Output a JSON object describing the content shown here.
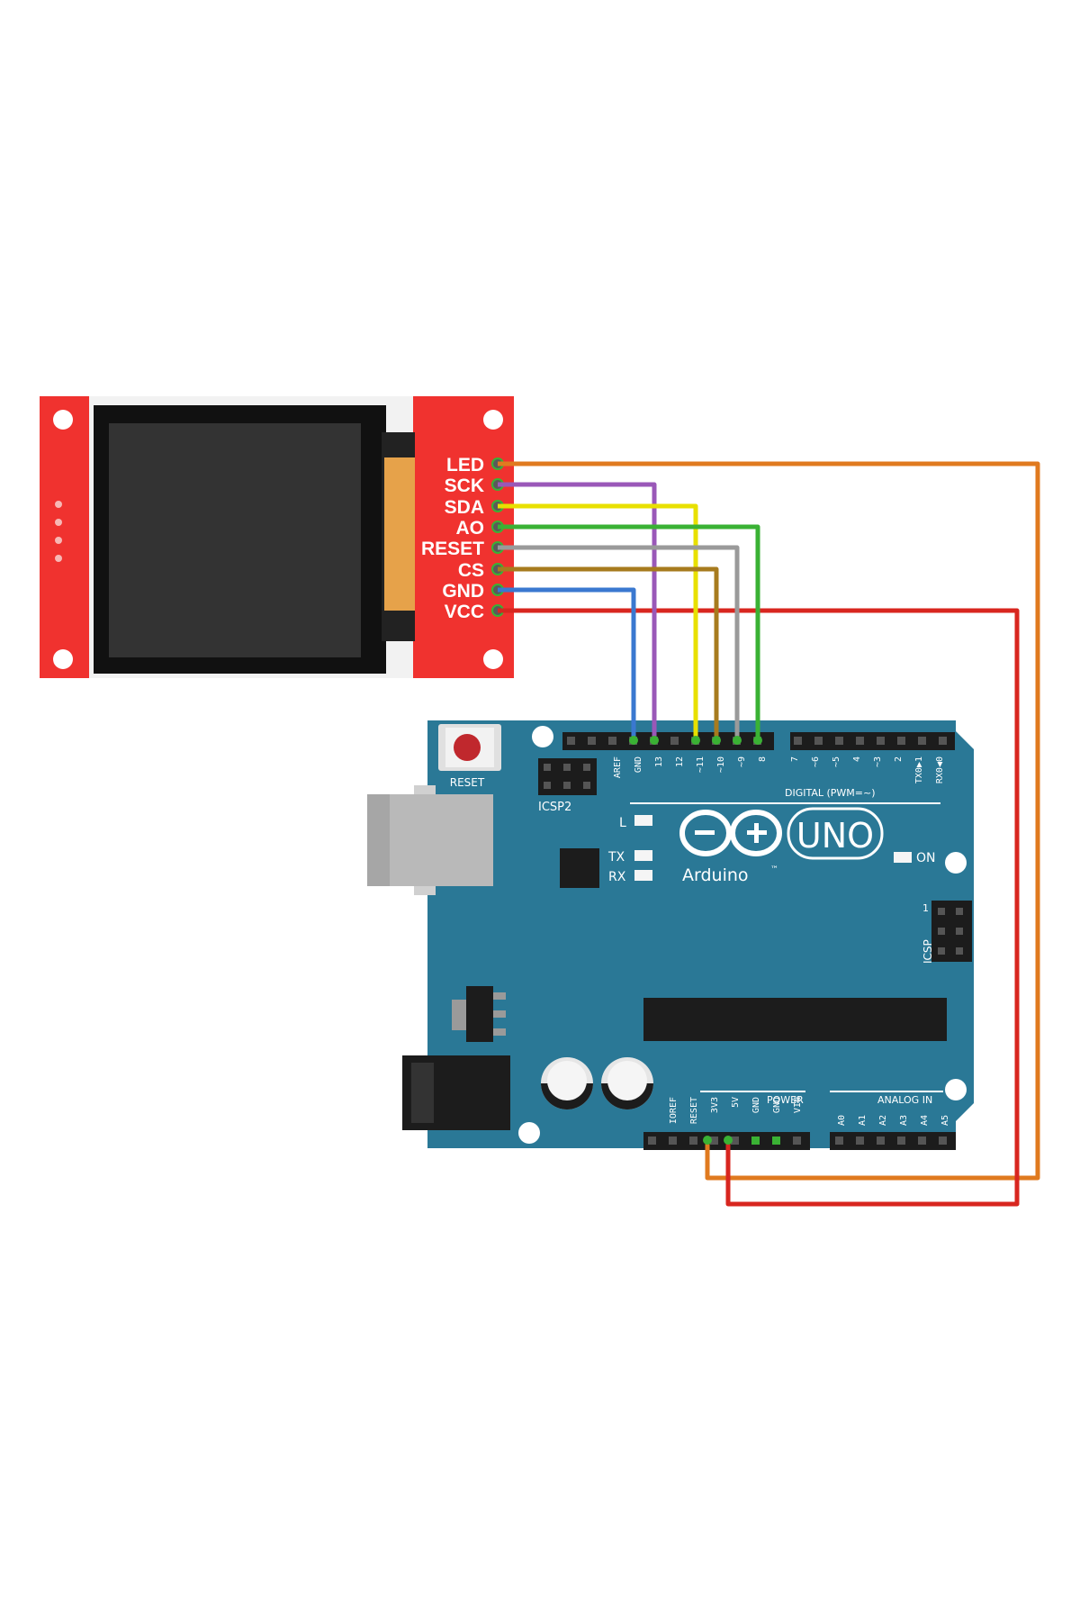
{
  "colors": {
    "background": "#ffffff",
    "module_red": "#f0322f",
    "board_teal": "#2a7896",
    "wire_led": "#e07a1f",
    "wire_sck": "#9a58b8",
    "wire_sda": "#e8e000",
    "wire_ao": "#3ab234",
    "wire_reset": "#9a9a9a",
    "wire_cs": "#a77b1e",
    "wire_gnd": "#3a78d0",
    "wire_vcc": "#d8261f"
  },
  "lcd_module": {
    "pins": [
      "LED",
      "SCK",
      "SDA",
      "AO",
      "RESET",
      "CS",
      "GND",
      "VCC"
    ]
  },
  "arduino": {
    "reset_label": "RESET",
    "icsp2_label": "ICSP2",
    "icsp_label": "ICSP",
    "icsp_pin1": "1",
    "digital_label": "DIGITAL (PWM=~)",
    "digital_pins": [
      "AREF",
      "GND",
      "13",
      "12",
      "~11",
      "~10",
      "~9",
      "8",
      "7",
      "~6",
      "~5",
      "4",
      "~3",
      "2",
      "TX0▶1",
      "RX0◀0"
    ],
    "led_labels": {
      "l": "L",
      "tx": "TX",
      "rx": "RX",
      "on": "ON"
    },
    "logo_text": "Arduino",
    "logo_tm": "™",
    "model": "UNO",
    "power_label": "POWER",
    "power_pins": [
      "IOREF",
      "RESET",
      "3V3",
      "5V",
      "GND",
      "GND",
      "VIN"
    ],
    "analog_label": "ANALOG IN",
    "analog_pins": [
      "A0",
      "A1",
      "A2",
      "A3",
      "A4",
      "A5"
    ]
  }
}
